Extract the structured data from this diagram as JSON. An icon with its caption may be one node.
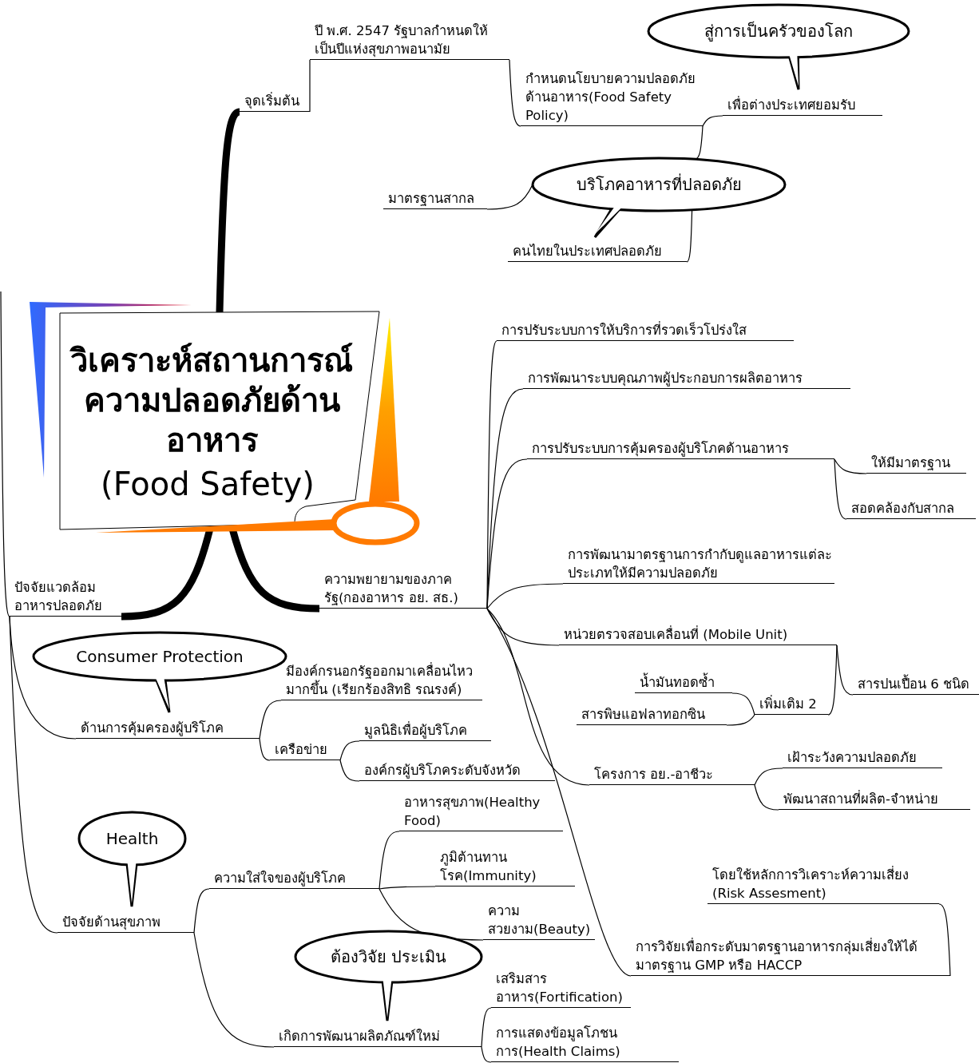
{
  "diagram": {
    "nodes": [
      {
        "text": [
          "วิเคราะห์สถานการณ์ความปลอดภัยด้านอาหาร",
          "(Food Safety)"
        ]
      },
      {
        "text": [
          "จุดเริ่มต้น"
        ]
      },
      {
        "text": [
          "ปี พ.ศ. 2547 รัฐบาลกำหนดให้เป็นปีแห่งสุขภาพอนามัย"
        ]
      },
      {
        "text": [
          "กำหนดนโยบายความปลอดภัยด้านอาหาร(Food Safety Policy)"
        ]
      },
      {
        "text": [
          "เพื่อต่างประเทศยอมรับ"
        ]
      },
      {
        "text": [
          "สู่การเป็นครัวของโลก"
        ]
      },
      {
        "text": [
          "มาตรฐานสากล"
        ]
      },
      {
        "text": [
          "บริโภคอาหารที่ปลอดภัย"
        ]
      },
      {
        "text": [
          "คนไทยในประเทศปลอดภัย"
        ]
      },
      {
        "text": [
          "ปัจจัยแวดล้อมอาหารปลอดภัย"
        ]
      },
      {
        "text": [
          "ความพยายามของภาครัฐ(กองอาหาร อย. สธ.)"
        ]
      },
      {
        "text": [
          "การปรับระบบการให้บริการที่รวดเร็วโปร่งใส"
        ]
      },
      {
        "text": [
          "การพัฒนาระบบคุณภาพผู้ประกอบการผลิตอาหาร"
        ]
      },
      {
        "text": [
          "การปรับระบบการคุ้มครองผู้บริโภคด้านอาหาร"
        ]
      },
      {
        "text": [
          "ให้มีมาตรฐาน"
        ]
      },
      {
        "text": [
          "สอดคล้องกับสากล"
        ]
      },
      {
        "text": [
          "การพัฒนามาตรฐานการกำกับดูแลอาหารแต่ละประเภทให้มีความปลอดภัย"
        ]
      },
      {
        "text": [
          "หน่วยตรวจสอบเคลื่อนที่ (Mobile Unit)"
        ]
      },
      {
        "text": [
          "สารปนเปื้อน 6 ชนิด"
        ]
      },
      {
        "text": [
          "เพิ่มเติม 2"
        ]
      },
      {
        "text": [
          "น้ำมันทอดซ้ำ"
        ]
      },
      {
        "text": [
          "สารพิษแอฟลาทอกซิน"
        ]
      },
      {
        "text": [
          "โครงการ อย.-อาชีวะ"
        ]
      },
      {
        "text": [
          "เฝ้าระวังความปลอดภัย"
        ]
      },
      {
        "text": [
          "พัฒนาสถานที่ผลิต-จำหน่าย"
        ]
      },
      {
        "text": [
          "โดยใช้หลักการวิเคราะห์ความเสี่ยง (Risk Assesment)"
        ]
      },
      {
        "text": [
          "การวิจัยเพื่อกระดับมาตรฐานอาหารกลุ่มเสี่ยงให้ได้มาตรฐาน GMP หรือ HACCP"
        ]
      },
      {
        "text": [
          "Consumer Protection"
        ]
      },
      {
        "text": [
          "ด้านการคุ้มครองผู้บริโภค"
        ]
      },
      {
        "text": [
          "มีองค์กรนอกรัฐออกมาเคลื่อนไหวมากขึ้น (เรียกร้องสิทธิ รณรงค์)"
        ]
      },
      {
        "text": [
          "เครือข่าย"
        ]
      },
      {
        "text": [
          "มูลนิธิเพื่อผู้บริโภค"
        ]
      },
      {
        "text": [
          "องค์กรผู้บริโภคระดับจังหวัด"
        ]
      },
      {
        "text": [
          "Health"
        ]
      },
      {
        "text": [
          "ปัจจัยด้านสุขภาพ"
        ]
      },
      {
        "text": [
          "ความใส่ใจของผู้บริโภค"
        ]
      },
      {
        "text": [
          "อาหารสุขภาพ(Healthy Food)"
        ]
      },
      {
        "text": [
          "ภูมิต้านทานโรค(Immunity)"
        ]
      },
      {
        "text": [
          "ความสวยงาม(Beauty)"
        ]
      },
      {
        "text": [
          "ต้องวิจัย ประเมิน"
        ]
      },
      {
        "text": [
          "เกิดการพัฒนาผลิตภัณฑ์ใหม่"
        ]
      },
      {
        "text": [
          "เสริมสารอาหาร(Fortification)"
        ]
      },
      {
        "text": [
          "การแสดงข้อมูลโภชนการ(Health Claims)"
        ]
      }
    ],
    "edges": [
      {
        "from": 0,
        "to": 1,
        "arrow": "none",
        "style": "thick"
      },
      {
        "from": 1,
        "to": 2,
        "arrow": "none"
      },
      {
        "from": 2,
        "to": 3,
        "arrow": "none"
      },
      {
        "from": 3,
        "to": 4,
        "arrow": "none"
      },
      {
        "from": 3,
        "to": 7,
        "arrow": "none"
      },
      {
        "from": 7,
        "to": 8,
        "arrow": "none"
      },
      {
        "from": 7,
        "to": 6,
        "arrow": "none"
      },
      {
        "from": 0,
        "to": 9,
        "arrow": "none",
        "style": "thick"
      },
      {
        "from": 0,
        "to": 10,
        "arrow": "none",
        "style": "thick"
      },
      {
        "from": null,
        "to": 9,
        "arrow": "none"
      },
      {
        "from": 10,
        "to": 11,
        "arrow": "none"
      },
      {
        "from": 10,
        "to": 12,
        "arrow": "none"
      },
      {
        "from": 10,
        "to": 13,
        "arrow": "none"
      },
      {
        "from": 13,
        "to": 14,
        "arrow": "none"
      },
      {
        "from": 13,
        "to": 15,
        "arrow": "none"
      },
      {
        "from": 10,
        "to": 16,
        "arrow": "none"
      },
      {
        "from": 10,
        "to": 17,
        "arrow": "none"
      },
      {
        "from": 17,
        "to": 18,
        "arrow": "none"
      },
      {
        "from": 17,
        "to": 19,
        "arrow": "none"
      },
      {
        "from": 19,
        "to": 20,
        "arrow": "none"
      },
      {
        "from": 19,
        "to": 21,
        "arrow": "none"
      },
      {
        "from": 10,
        "to": 22,
        "arrow": "none"
      },
      {
        "from": 22,
        "to": 23,
        "arrow": "none"
      },
      {
        "from": 22,
        "to": 24,
        "arrow": "none"
      },
      {
        "from": 10,
        "to": 26,
        "arrow": "none"
      },
      {
        "from": 26,
        "to": 25,
        "arrow": "none"
      },
      {
        "from": 9,
        "to": 28,
        "arrow": "none"
      },
      {
        "from": 28,
        "to": 29,
        "arrow": "none"
      },
      {
        "from": 28,
        "to": 30,
        "arrow": "none"
      },
      {
        "from": 30,
        "to": 31,
        "arrow": "none"
      },
      {
        "from": 30,
        "to": 32,
        "arrow": "none"
      },
      {
        "from": 9,
        "to": 34,
        "arrow": "none"
      },
      {
        "from": 34,
        "to": 35,
        "arrow": "none"
      },
      {
        "from": 35,
        "to": 36,
        "arrow": "none"
      },
      {
        "from": 35,
        "to": 37,
        "arrow": "none"
      },
      {
        "from": 35,
        "to": 38,
        "arrow": "none"
      },
      {
        "from": 34,
        "to": 40,
        "arrow": "none"
      },
      {
        "from": 40,
        "to": 41,
        "arrow": "none"
      },
      {
        "from": 40,
        "to": 42,
        "arrow": "none"
      }
    ]
  }
}
